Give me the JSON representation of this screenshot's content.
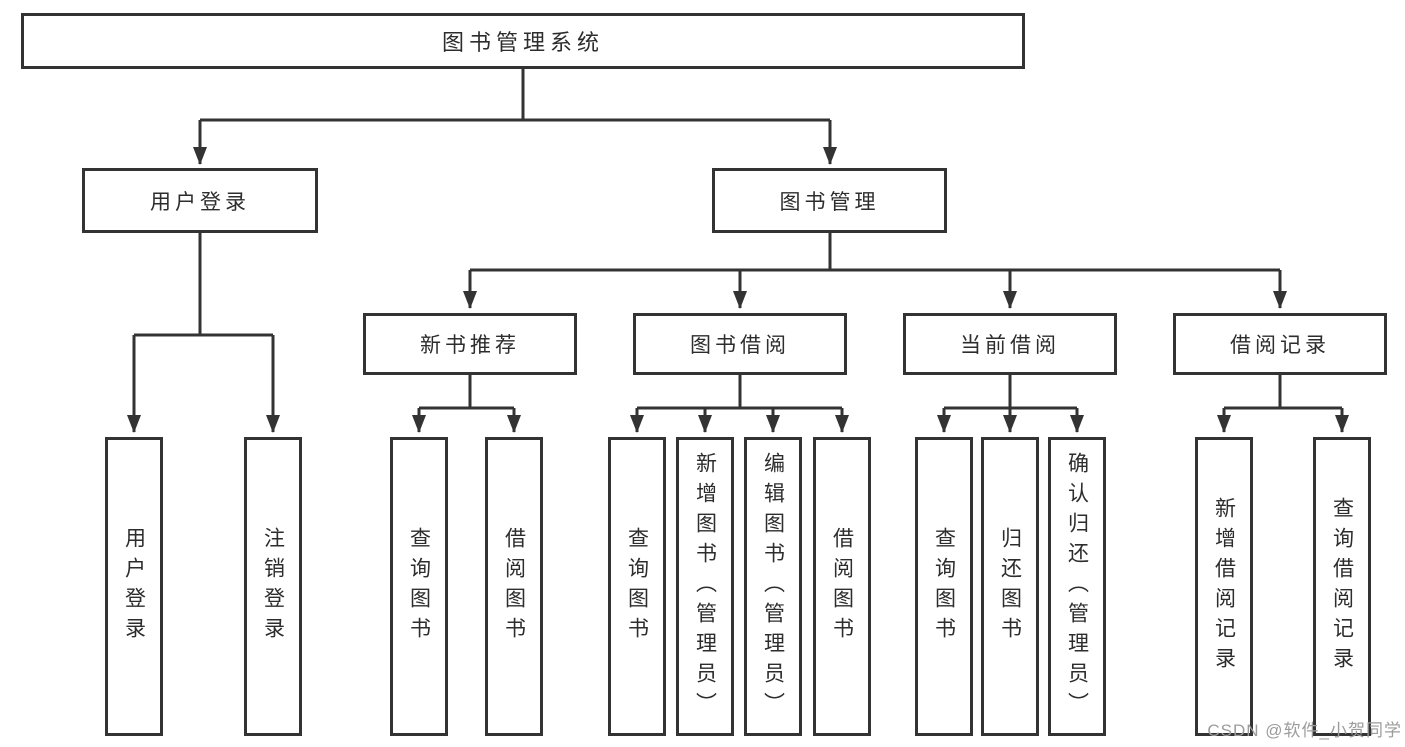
{
  "tree": {
    "label": "图书管理系统",
    "children": [
      {
        "label": "用户登录",
        "children": [
          {
            "label": "用户登录"
          },
          {
            "label": "注销登录"
          }
        ]
      },
      {
        "label": "图书管理",
        "children": [
          {
            "label": "新书推荐",
            "children": [
              {
                "label": "查询图书"
              },
              {
                "label": "借阅图书"
              }
            ]
          },
          {
            "label": "图书借阅",
            "children": [
              {
                "label": "查询图书"
              },
              {
                "label": "新增图书（管理员）"
              },
              {
                "label": "编辑图书（管理员）"
              },
              {
                "label": "借阅图书"
              }
            ]
          },
          {
            "label": "当前借阅",
            "children": [
              {
                "label": "查询图书"
              },
              {
                "label": "归还图书"
              },
              {
                "label": "确认归还（管理员）"
              }
            ]
          },
          {
            "label": "借阅记录",
            "children": [
              {
                "label": "新增借阅记录"
              },
              {
                "label": "查询借阅记录"
              }
            ]
          }
        ]
      }
    ]
  },
  "watermark": {
    "text": "CSDN @软件_小贺同学"
  },
  "colors": {
    "line": "#333333",
    "box_border": "#333333",
    "box_fill": "#ffffff",
    "text": "#2d2d2d",
    "watermark": "#9c9c9c",
    "background": "#ffffff"
  }
}
